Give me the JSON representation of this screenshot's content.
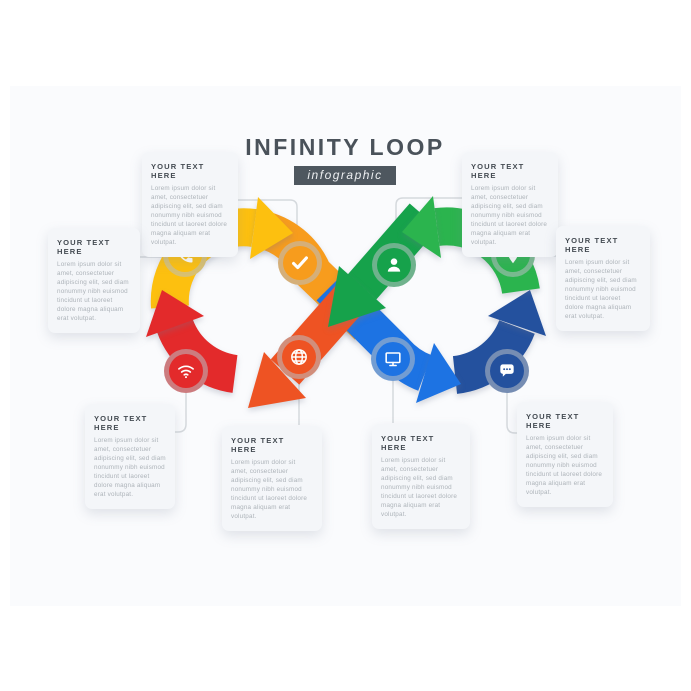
{
  "title": {
    "main": "INFINITY LOOP",
    "badge": "infographic"
  },
  "blocks": [
    {
      "id": "top-left",
      "heading": "YOUR TEXT HERE",
      "body": "Lorem ipsum dolor sit amet, consectetuer adipiscing elit, sed diam nonummy nibh euismod tincidunt ut laoreet dolore magna aliquam erat volutpat."
    },
    {
      "id": "top-right",
      "heading": "YOUR TEXT HERE",
      "body": "Lorem ipsum dolor sit amet, consectetuer adipiscing elit, sed diam nonummy nibh euismod tincidunt ut laoreet dolore magna aliquam erat volutpat."
    },
    {
      "id": "left",
      "heading": "YOUR TEXT HERE",
      "body": "Lorem ipsum dolor sit amet, consectetuer adipiscing elit, sed diam nonummy nibh euismod tincidunt ut laoreet dolore magna aliquam erat volutpat."
    },
    {
      "id": "right",
      "heading": "YOUR TEXT HERE",
      "body": "Lorem ipsum dolor sit amet, consectetuer adipiscing elit, sed diam nonummy nibh euismod tincidunt ut laoreet dolore magna aliquam erat volutpat."
    },
    {
      "id": "bottom-left",
      "heading": "YOUR TEXT HERE",
      "body": "Lorem ipsum dolor sit amet, consectetuer adipiscing elit, sed diam nonummy nibh euismod tincidunt ut laoreet dolore magna aliquam erat volutpat."
    },
    {
      "id": "bottom-center-left",
      "heading": "YOUR TEXT HERE",
      "body": "Lorem ipsum dolor sit amet, consectetuer adipiscing elit, sed diam nonummy nibh euismod tincidunt ut laoreet dolore magna aliquam erat volutpat."
    },
    {
      "id": "bottom-center-right",
      "heading": "YOUR TEXT HERE",
      "body": "Lorem ipsum dolor sit amet, consectetuer adipiscing elit, sed diam nonummy nibh euismod tincidunt ut laoreet dolore magna aliquam erat volutpat."
    },
    {
      "id": "bottom-right",
      "heading": "YOUR TEXT HERE",
      "body": "Lorem ipsum dolor sit amet, consectetuer adipiscing elit, sed diam nonummy nibh euismod tincidunt ut laoreet dolore magna aliquam erat volutpat."
    }
  ],
  "icons": [
    "phone",
    "check",
    "wifi",
    "globe",
    "person",
    "location-pin",
    "monitor",
    "chat"
  ],
  "colors": {
    "yellow": "#fdc00f",
    "orange": "#f79c1d",
    "red": "#e32a2b",
    "red_orange": "#ee5323",
    "green": "#2bb44e",
    "dark_green": "#16a24b",
    "blue": "#1d73e3",
    "navy": "#24519e",
    "canvas_bg": "#fafbfd",
    "card_bg": "#f4f6f9",
    "heading_text": "#454c53",
    "body_text": "#adb3b9",
    "title_text": "#4a525a",
    "badge_bg": "#4e575f",
    "connector": "#d5d9dd"
  }
}
